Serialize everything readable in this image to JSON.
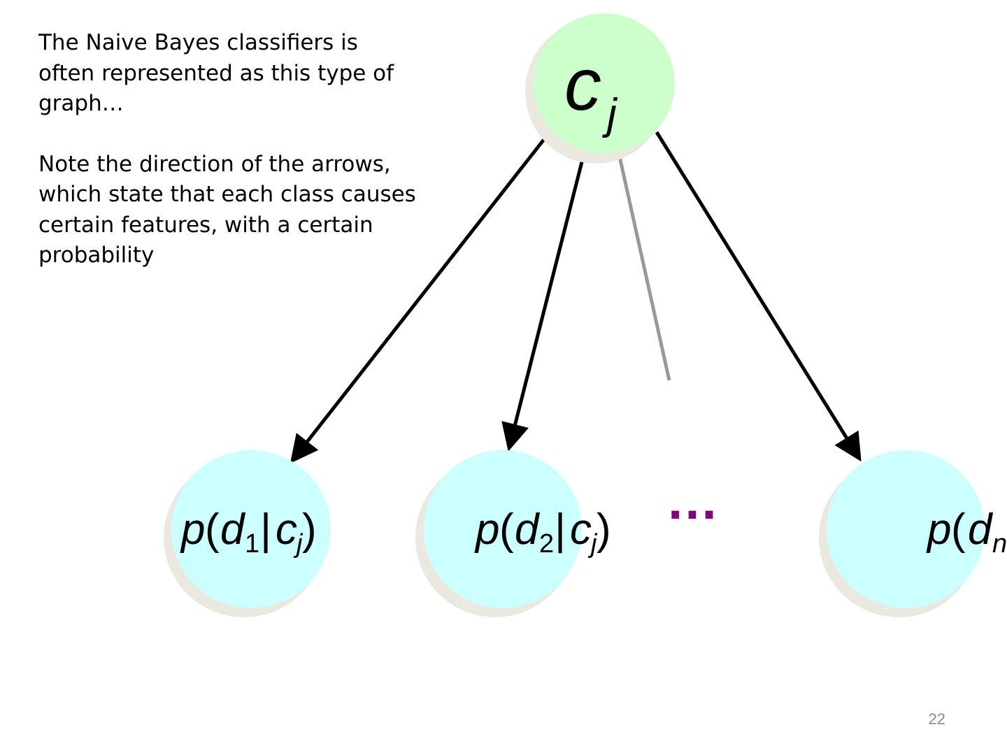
{
  "text": {
    "paragraph_1": "The Naive Bayes classifiers is often represented as this type of graph…",
    "paragraph_2": "Note the direction of the arrows, which state that each class causes certain features, with a certain probability"
  },
  "nodes": {
    "class": {
      "var": "c",
      "sub": "j"
    },
    "feature_1": {
      "p": "p",
      "open": "(",
      "var": "d",
      "sub": "1",
      "bar": "|",
      "cvar": "c",
      "csub": "j",
      "close": ")"
    },
    "feature_2": {
      "p": "p",
      "open": "(",
      "var": "d",
      "sub": "2",
      "bar": "|",
      "cvar": "c",
      "csub": "j",
      "close": ")"
    },
    "feature_n": {
      "p": "p",
      "open": "(",
      "var": "d",
      "sub": "n"
    }
  },
  "ellipsis": "…",
  "page_number": "22",
  "colors": {
    "class_node": "#ccffcc",
    "feature_node": "#ccffff",
    "node_shadow": "#ebe9df",
    "arrow": "#000000",
    "faded_line": "#999999",
    "ellipsis": "#800080"
  }
}
